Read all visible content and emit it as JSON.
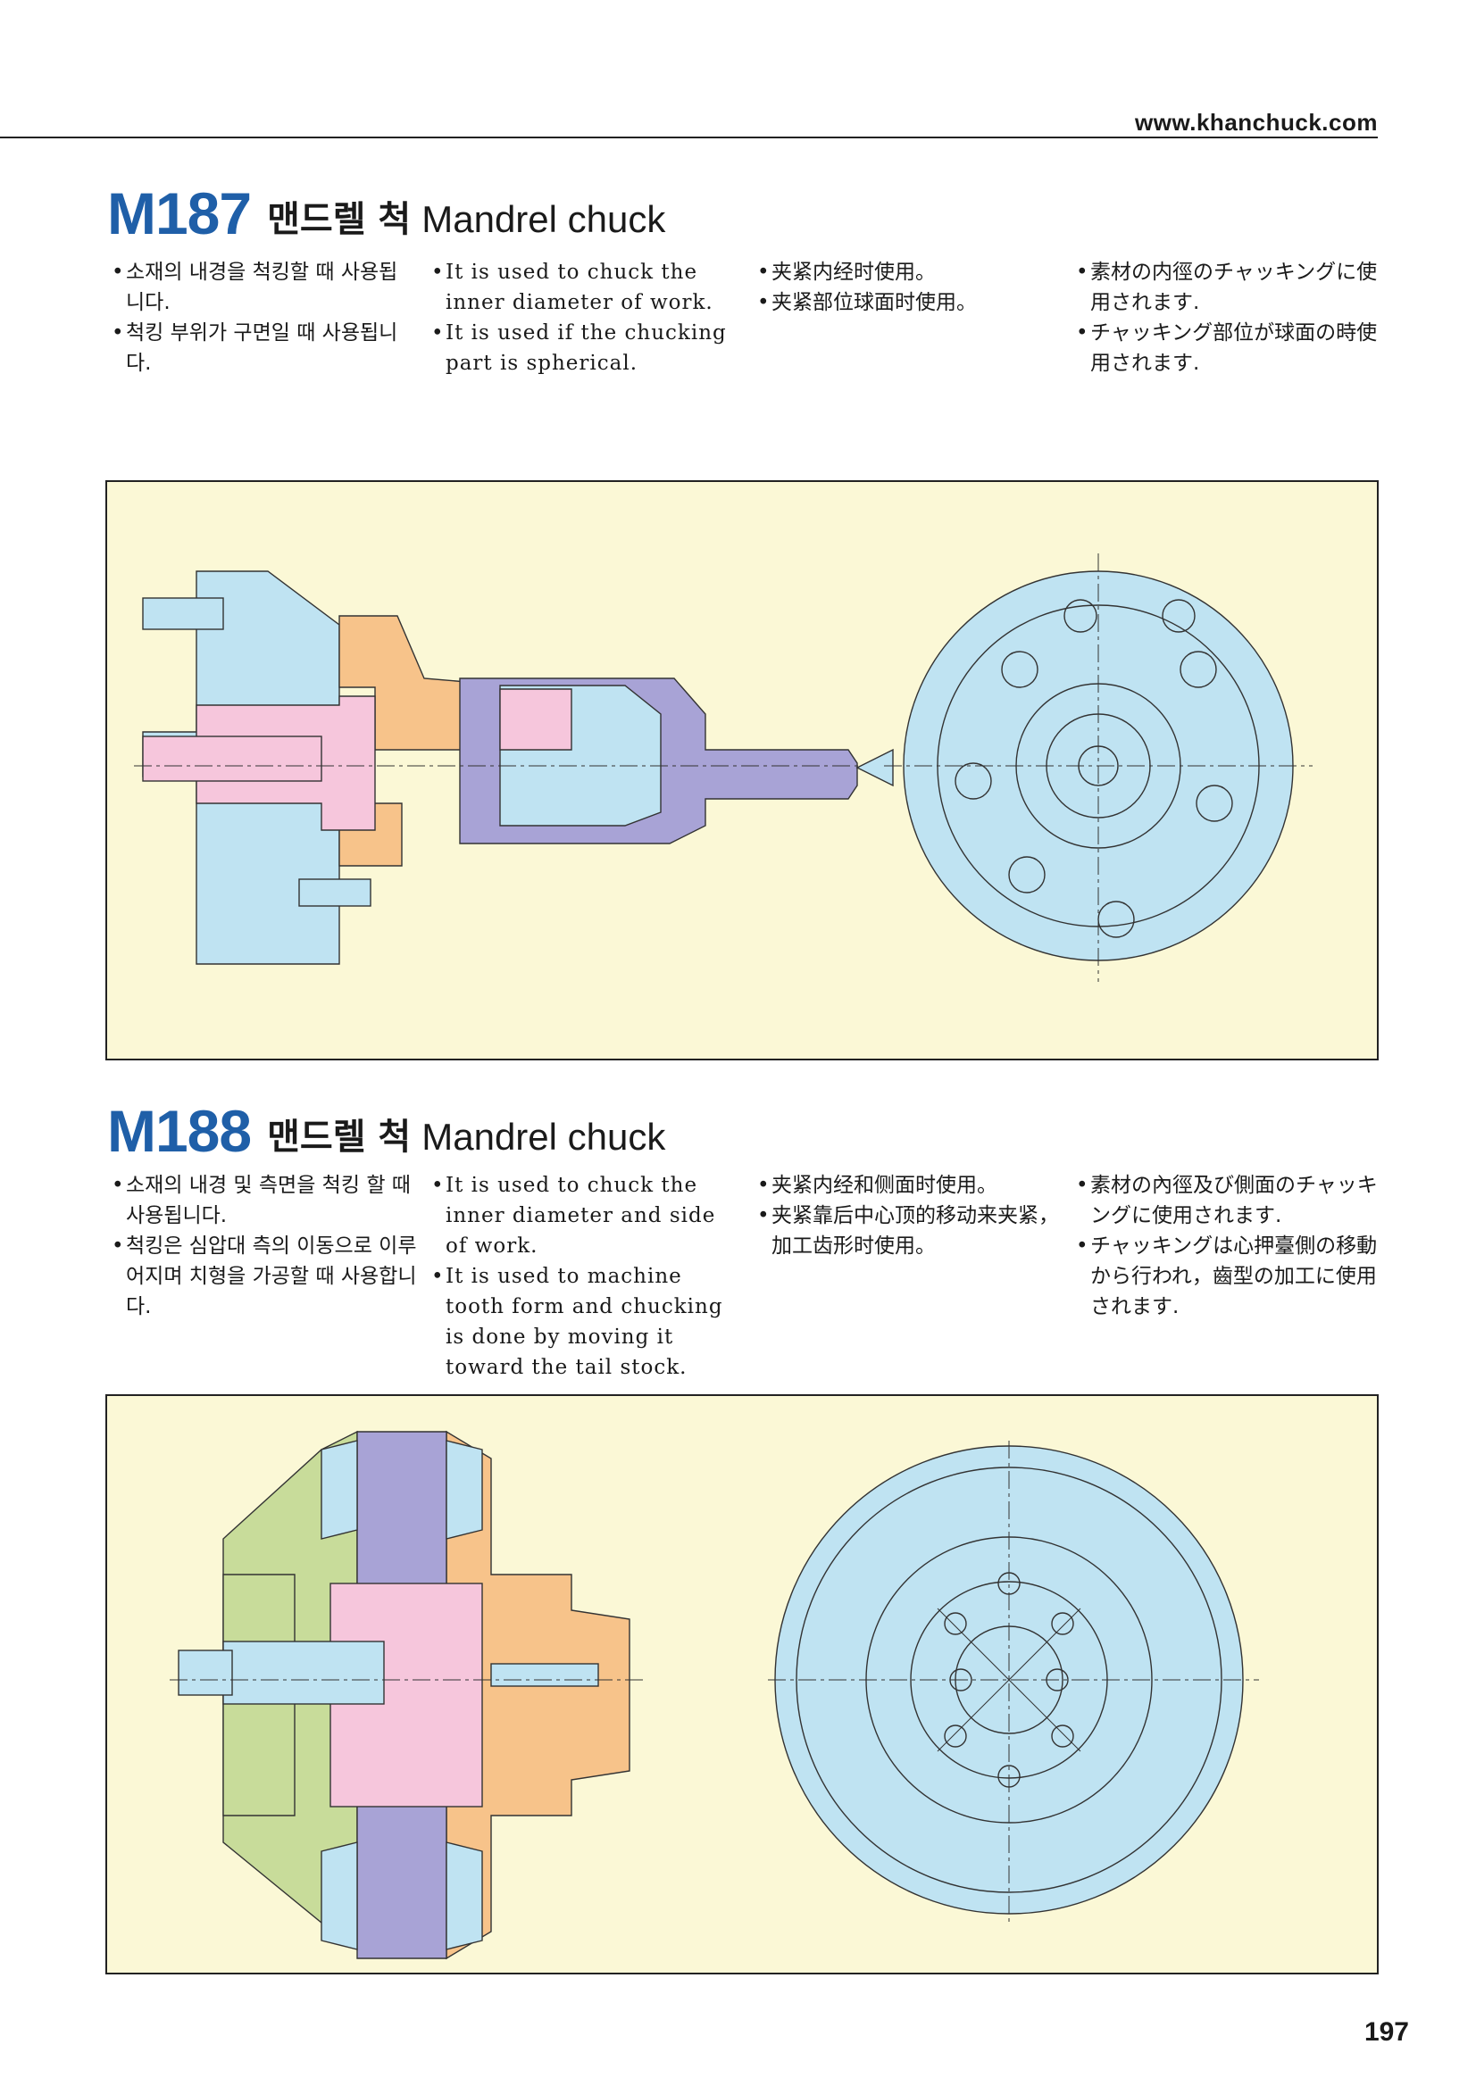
{
  "header": {
    "site_url": "www.khanchuck.com"
  },
  "sections": [
    {
      "model": "M187",
      "name_ko": "맨드렐 척",
      "name_en": "Mandrel chuck",
      "desc_ko": [
        "소재의 내경을 척킹할 때 사용됩니다.",
        "척킹 부위가 구면일 때 사용됩니다."
      ],
      "desc_en": [
        "It is used to chuck the inner diameter of work.",
        "It is used if the chucking part is spherical."
      ],
      "desc_zh": [
        "夹紧内经时使用。",
        "夹紧部位球面时使用。"
      ],
      "desc_ja": [
        "素材の内徑のチャッキングに使用されます.",
        "チャッキング部位が球面の時使用されます."
      ]
    },
    {
      "model": "M188",
      "name_ko": "맨드렐 척",
      "name_en": "Mandrel chuck",
      "desc_ko": [
        "소재의 내경 및 측면을 척킹 할 때 사용됩니다.",
        "척킹은 심압대 측의 이동으로 이루어지며 치형을 가공할 때 사용합니다."
      ],
      "desc_en": [
        "It is used to chuck the inner diameter and side of work.",
        "It is used to machine tooth form and chucking is done by moving it toward the tail stock."
      ],
      "desc_zh": [
        "夹紧内经和侧面时使用。",
        "夹紧靠后中心顶的移动来夹紧，加工齿形时使用。"
      ],
      "desc_ja": [
        "素材の內徑及び側面のチャッキングに使用されます.",
        "チャッキングは心押臺側の移動から行われ，齒型の加工に使用されます."
      ]
    }
  ],
  "page_number": "197",
  "colors": {
    "panel_bg": "#fbf8d6",
    "blue_part": "#bfe3f2",
    "pink_part": "#f6c6dc",
    "orange_part": "#f7c38a",
    "purple_part": "#a8a3d6",
    "green_part": "#c8dc9a",
    "brand_blue": "#1f5fa8"
  }
}
